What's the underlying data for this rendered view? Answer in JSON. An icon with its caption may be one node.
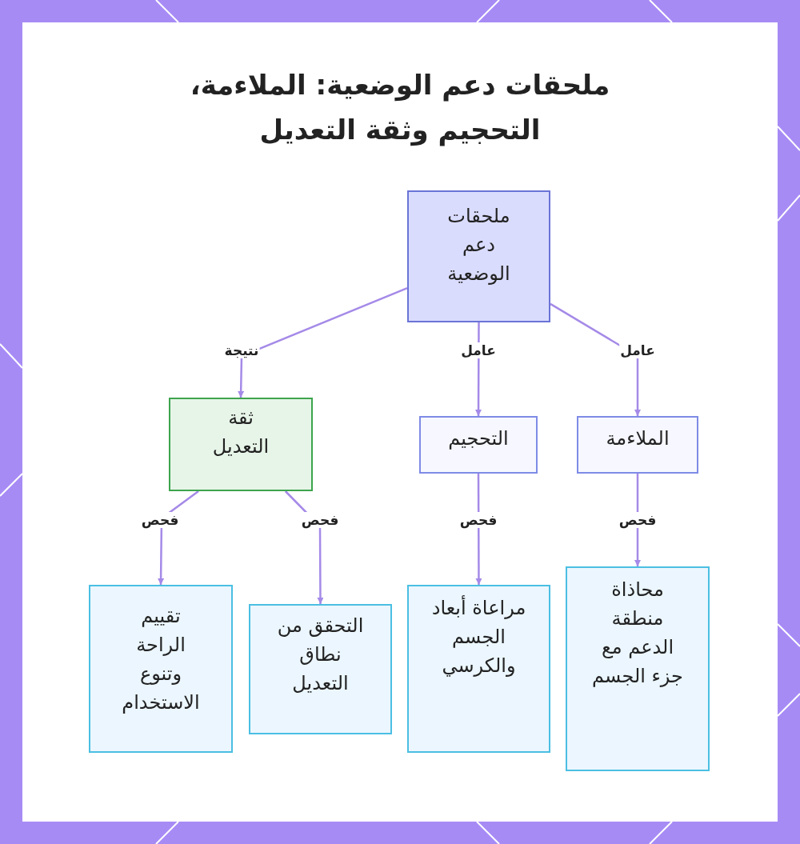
{
  "diagram": {
    "title": "ملحقات دعم الوضعية: الملاءمة، التحجيم وثقة التعديل",
    "nodes": [
      {
        "text": [
          "ملحقات دعم الوضعية"
        ]
      },
      {
        "text": [
          "الملاءمة"
        ]
      },
      {
        "text": [
          "التحجيم"
        ]
      },
      {
        "text": [
          "ثقة التعديل"
        ]
      },
      {
        "text": [
          "محاذاة منطقة الدعم مع جزء الجسم"
        ]
      },
      {
        "text": [
          "مراعاة أبعاد الجسم والكرسي"
        ]
      },
      {
        "text": [
          "التحقق من نطاق التعديل"
        ]
      },
      {
        "text": [
          "تقييم الراحة وتنوع الاستخدام"
        ]
      }
    ],
    "edges": [
      {
        "from": 0,
        "to": 1,
        "arrow": "to",
        "label": "عامل"
      },
      {
        "from": 0,
        "to": 2,
        "arrow": "to",
        "label": "عامل"
      },
      {
        "from": 0,
        "to": 3,
        "arrow": "to",
        "label": "نتيجة"
      },
      {
        "from": 1,
        "to": 4,
        "arrow": "to",
        "label": "فحص"
      },
      {
        "from": 2,
        "to": 5,
        "arrow": "to",
        "label": "فحص"
      },
      {
        "from": 3,
        "to": 6,
        "arrow": "to",
        "label": "فحص"
      },
      {
        "from": 3,
        "to": 7,
        "arrow": "to",
        "label": "فحص"
      }
    ]
  }
}
